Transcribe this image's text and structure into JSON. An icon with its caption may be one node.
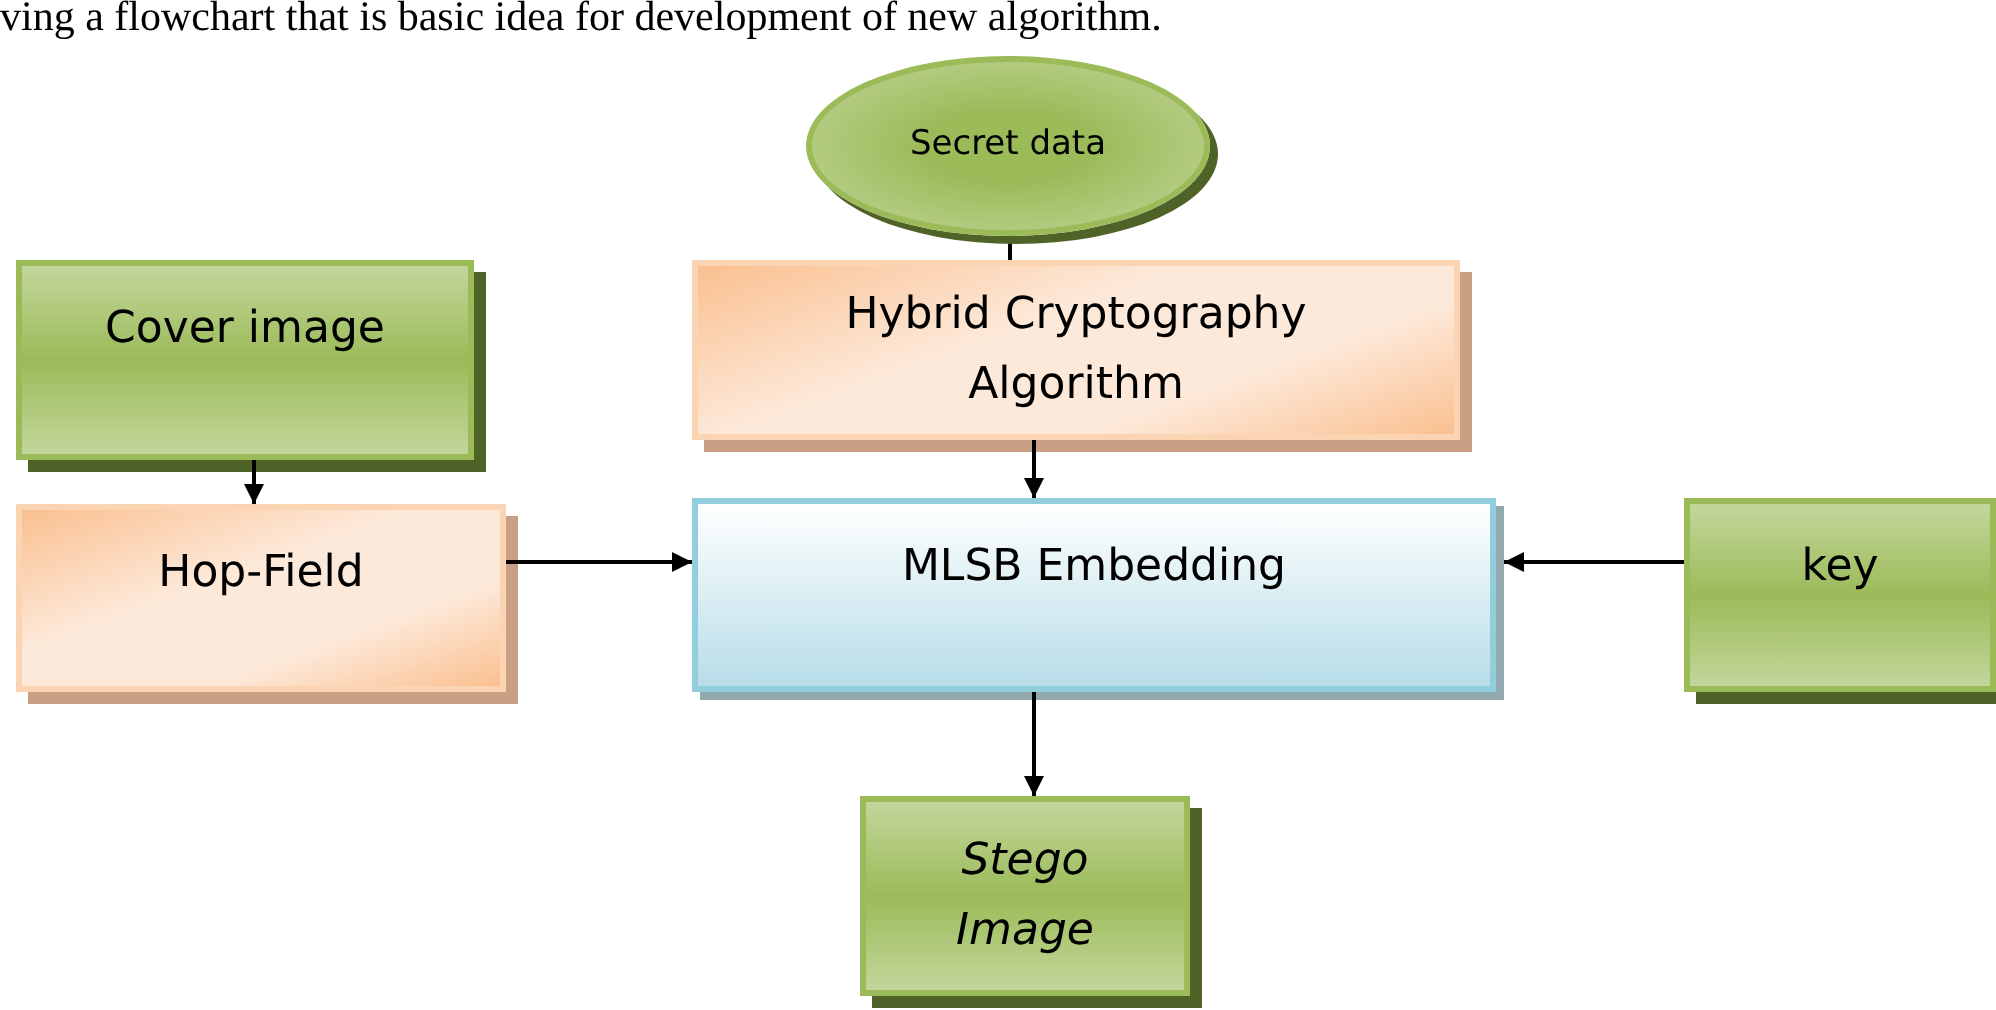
{
  "diagram": {
    "nodes": [
      {
        "text": [
          "Secret data"
        ]
      },
      {
        "text": [
          "Cover image"
        ]
      },
      {
        "text": [
          "Hybrid Cryptography Algorithm"
        ]
      },
      {
        "text": [
          "Hop-Field"
        ]
      },
      {
        "text": [
          "MLSB Embedding"
        ]
      },
      {
        "text": [
          "key"
        ]
      },
      {
        "text": [
          "Stego Image"
        ]
      }
    ],
    "edges": [
      {
        "from": 0,
        "to": 2,
        "arrow": "none"
      },
      {
        "from": 1,
        "to": 3,
        "arrow": "to"
      },
      {
        "from": 2,
        "to": 4,
        "arrow": "to"
      },
      {
        "from": 3,
        "to": 4,
        "arrow": "to"
      },
      {
        "from": 5,
        "to": 4,
        "arrow": "to"
      },
      {
        "from": 4,
        "to": 6,
        "arrow": "to"
      }
    ],
    "labels": [
      "ving a flowchart that is basic idea for development of new algorithm."
    ]
  }
}
